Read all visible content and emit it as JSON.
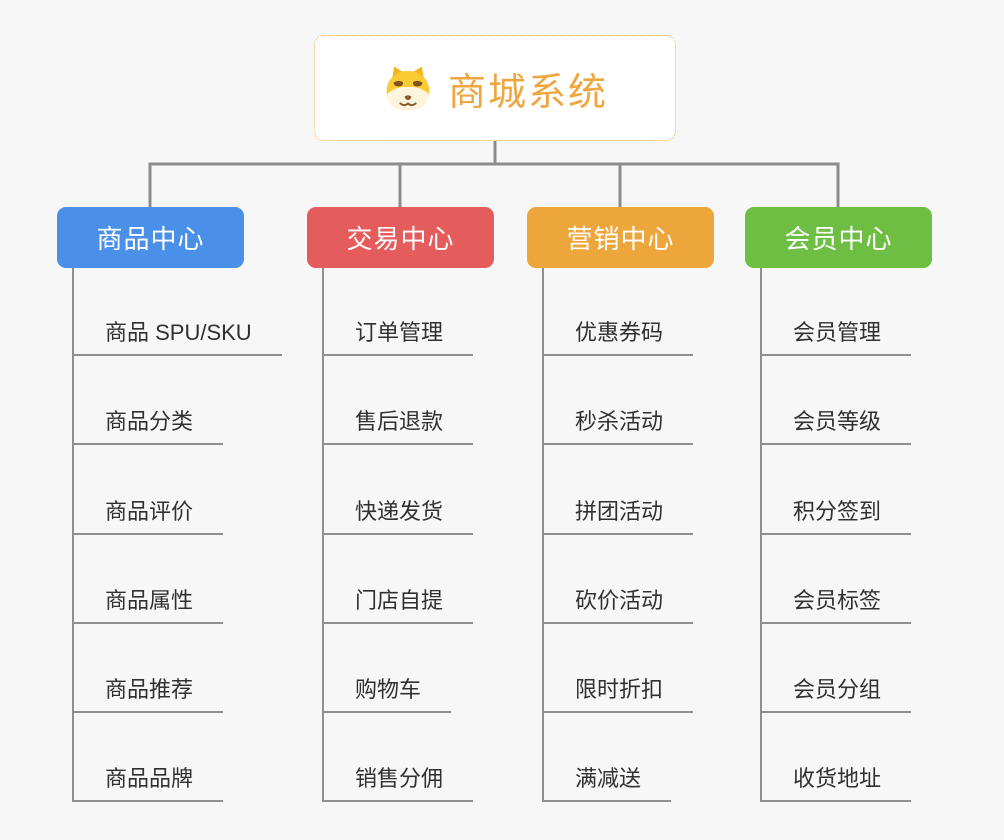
{
  "page": {
    "background_color": "#f7f7f7",
    "connector_color": "#8c8c8c"
  },
  "root": {
    "title": "商城系统",
    "title_color": "#efa63f",
    "border_color": "#f0b661",
    "icon": "doge-icon"
  },
  "branches": [
    {
      "label": "商品中心",
      "color": "#4a90e8",
      "items": [
        "商品 SPU/SKU",
        "商品分类",
        "商品评价",
        "商品属性",
        "商品推荐",
        "商品品牌"
      ]
    },
    {
      "label": "交易中心",
      "color": "#e45c5c",
      "items": [
        "订单管理",
        "售后退款",
        "快递发货",
        "门店自提",
        "购物车",
        "销售分佣"
      ]
    },
    {
      "label": "营销中心",
      "color": "#eca63c",
      "items": [
        "优惠券码",
        "秒杀活动",
        "拼团活动",
        "砍价活动",
        "限时折扣",
        "满减送"
      ]
    },
    {
      "label": "会员中心",
      "color": "#6fbe44",
      "items": [
        "会员管理",
        "会员等级",
        "积分签到",
        "会员标签",
        "会员分组",
        "收货地址"
      ]
    }
  ]
}
